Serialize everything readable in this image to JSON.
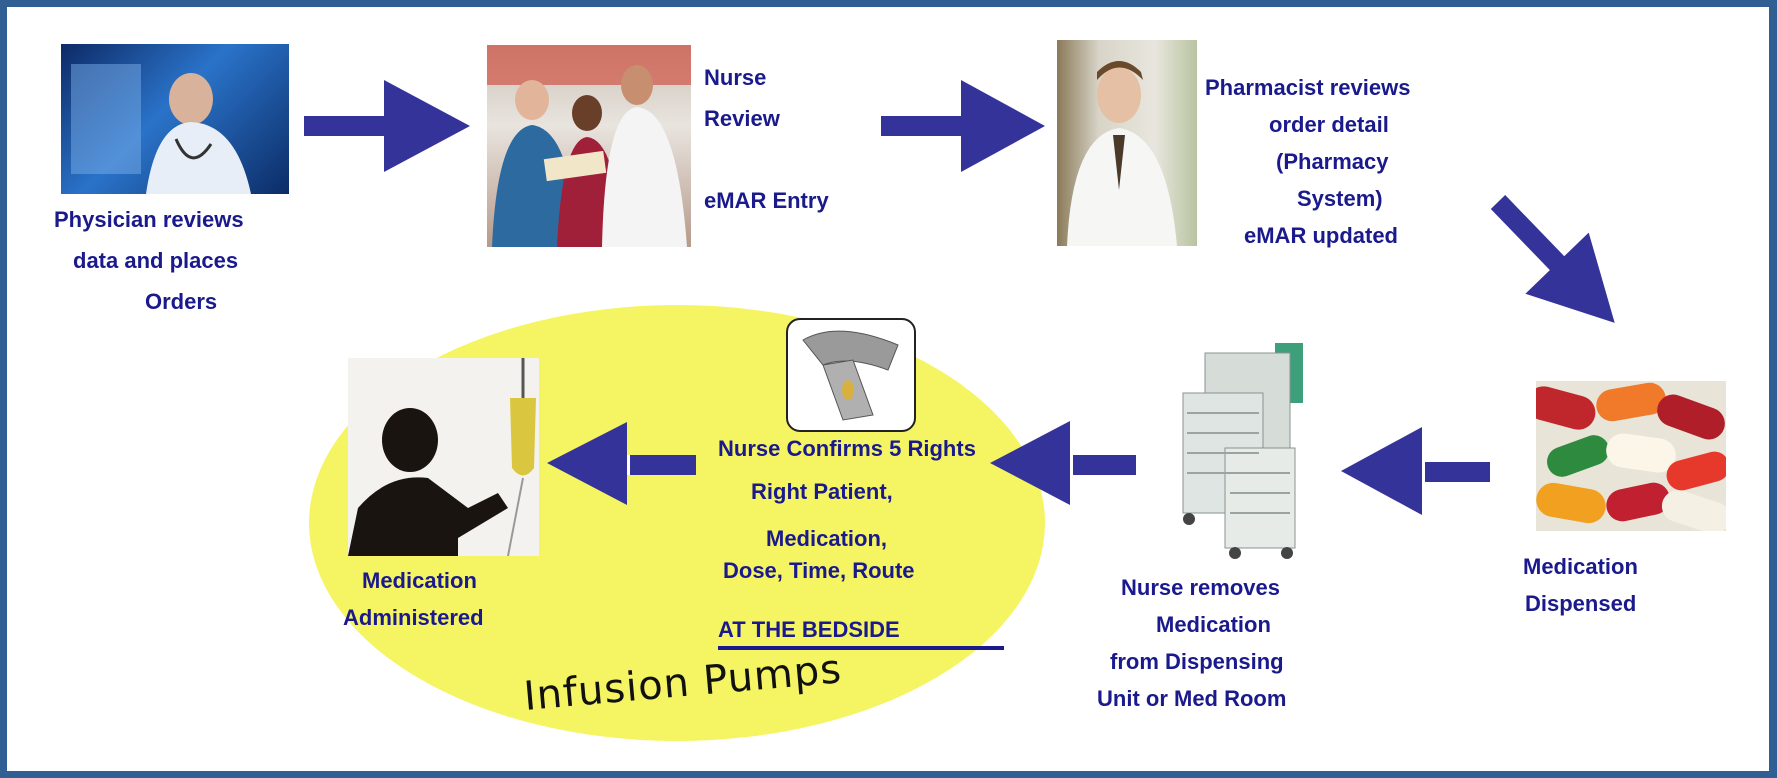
{
  "colors": {
    "border": "#2f5f93",
    "text": "#1a1a8c",
    "arrow": "#343399",
    "ellipse": "#f5f564"
  },
  "steps": {
    "physician": {
      "image": "physician-at-desk",
      "lines": [
        "Physician reviews",
        "data and places",
        "Orders"
      ]
    },
    "nurse_review": {
      "image": "clinicians-reviewing-chart",
      "line1": "Nurse",
      "line2": "Review",
      "line3": "eMAR Entry"
    },
    "pharmacist": {
      "image": "pharmacist-portrait",
      "lines": [
        "Pharmacist reviews",
        "order detail",
        "(Pharmacy",
        "System)",
        "eMAR updated"
      ]
    },
    "dispensed": {
      "image": "pills-closeup",
      "lines": [
        "Medication",
        "Dispensed"
      ]
    },
    "nurse_removes": {
      "image": "medication-carts",
      "lines": [
        "Nurse removes",
        "Medication",
        "from Dispensing",
        "Unit or Med Room"
      ]
    },
    "confirm": {
      "image": "barcode-scanner",
      "lines": [
        "Nurse Confirms 5  Rights",
        "Right Patient,",
        "Medication,",
        "Dose,  Time, Route"
      ],
      "bedside": "AT THE BEDSIDE",
      "handwritten": "Infusion Pumps"
    },
    "administered": {
      "image": "nurse-hanging-iv-bag",
      "lines": [
        "Medication",
        "Administered"
      ]
    }
  }
}
